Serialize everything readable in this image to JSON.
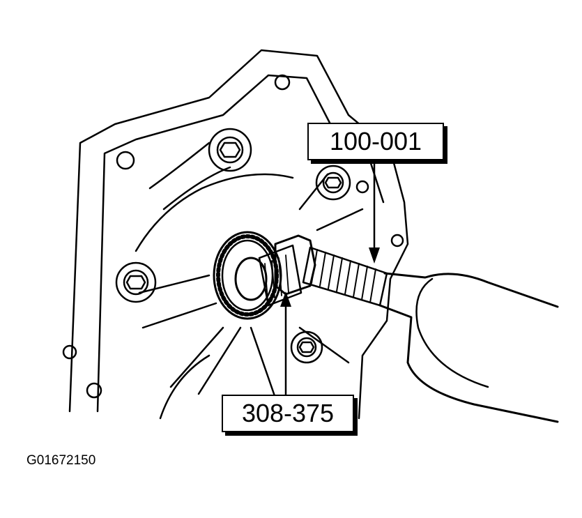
{
  "callouts": {
    "upper_tool": "100-001",
    "lower_tool": "308-375"
  },
  "figure_id": "G01672150",
  "colors": {
    "ink": "#000000",
    "paper": "#ffffff"
  }
}
